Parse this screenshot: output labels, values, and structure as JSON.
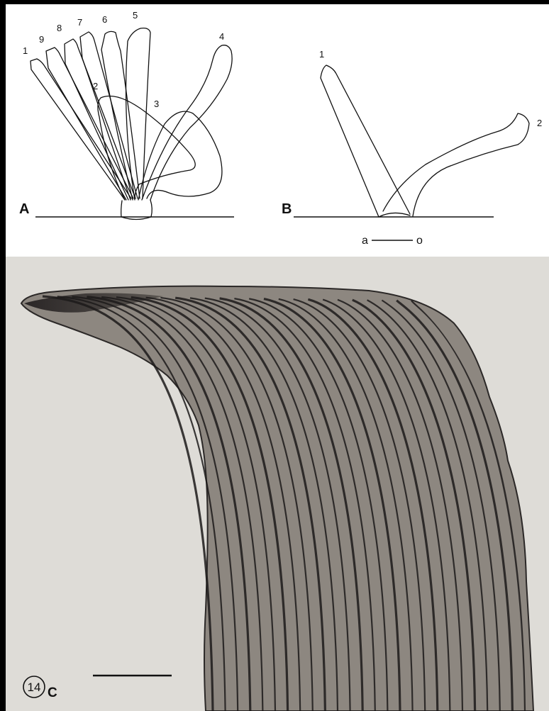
{
  "figure_number": "14",
  "panels": {
    "A": {
      "letter": "A",
      "position_labels": [
        "1",
        "9",
        "8",
        "7",
        "6",
        "5",
        "2",
        "3",
        "4"
      ]
    },
    "B": {
      "letter": "B",
      "position_labels": [
        "1",
        "2"
      ],
      "axis_left": "a",
      "axis_right": "o"
    },
    "C": {
      "letter": "C"
    }
  },
  "colors": {
    "background": "#000000",
    "paper": "#ffffff",
    "micrograph_bg": "#dedcd7",
    "fiber": "#1c1a1a"
  }
}
